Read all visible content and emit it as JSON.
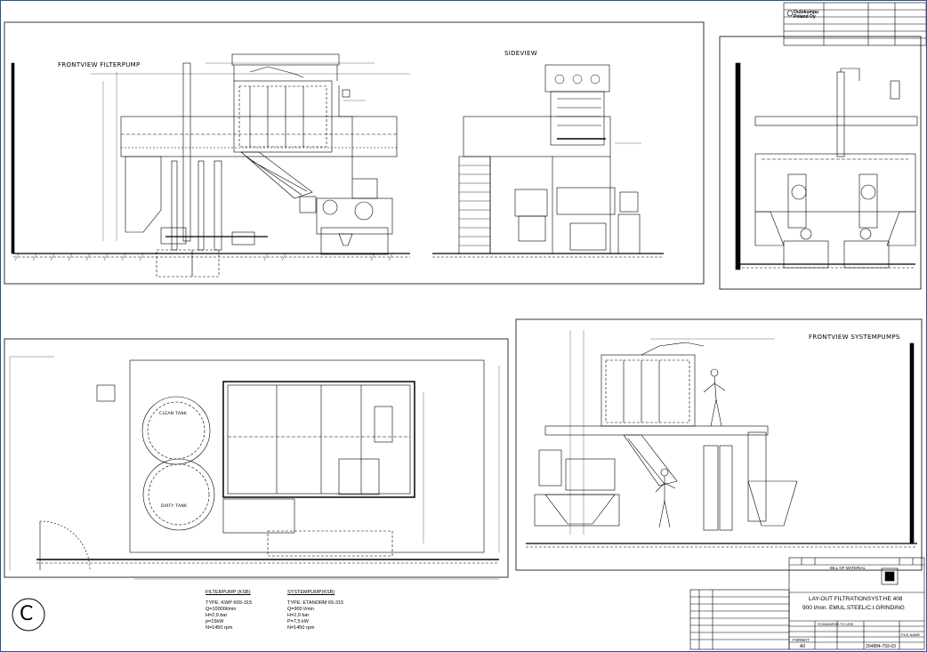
{
  "views": {
    "frontview_filterpump": "FRONTVIEW FILTERPUMP",
    "sideview": "SIDEVIEW",
    "frontview_systempumps": "FRONTVIEW SYSTEMPUMPS"
  },
  "top_logo": {
    "company": "Outokumpu Poland Oy"
  },
  "pump_specs": {
    "filterpump": {
      "title": "FILTERPUMP (KSB)",
      "type": "TYPE: KWP K65-315",
      "q": "Q=10000l/min",
      "h": "H=2,9 bar",
      "p": "p=15kW",
      "n": "N=1450 rpm"
    },
    "systempump": {
      "title": "SYSTEMPUMP(KSB)",
      "type": "TYPE: ETANORM 65-315",
      "q": "Q=900 l/min",
      "h": "H=2,9 bar",
      "p": "P=7,5 kW",
      "n": "N=1450 rpm"
    }
  },
  "tank_labels": {
    "clean": "CLEAN TANK",
    "dirty": "DIRTY TANK"
  },
  "title_block": {
    "bill_of_material": "BILL OF MATERIAL",
    "title_line1": "LAY-OUT FILTRATIONSYST.HE 408",
    "title_line2": "900 l/min. EMUL.STEEL/C.I.GRINDING",
    "format_label": "FORMAT",
    "format_value": "A0",
    "drawing_number": "204884-793-03",
    "file_name_label": "FILE NAME",
    "standard_label": "STANDARDS TO USE"
  },
  "corner_mark": "C"
}
